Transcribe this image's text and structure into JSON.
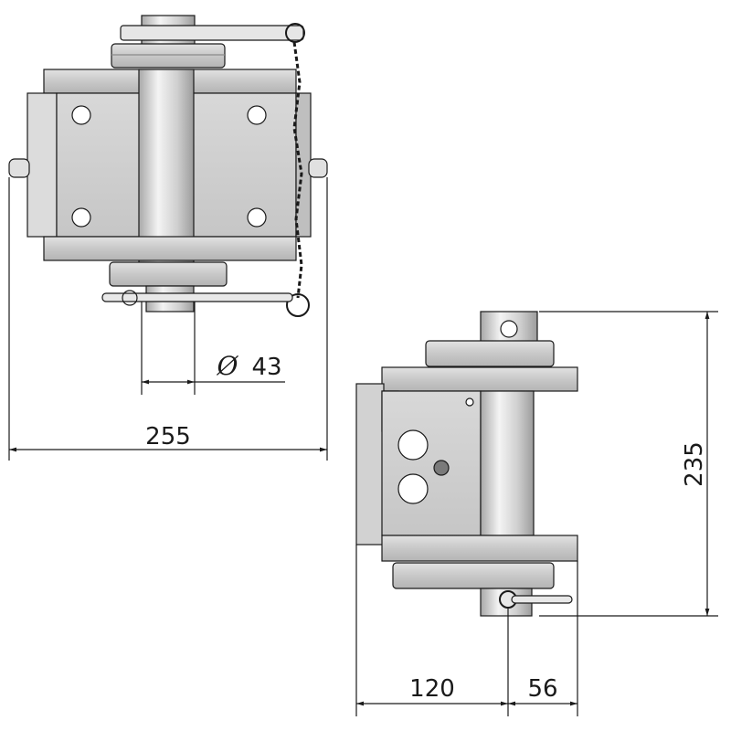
{
  "dimensions": {
    "front_width": "255",
    "pin_diameter_symbol": "Ø",
    "pin_diameter": "43",
    "side_height": "235",
    "side_width_left": "120",
    "side_width_right": "56"
  },
  "colors": {
    "line": "#1a1a1a",
    "body_gray": "#cfcfcf",
    "body_light": "#e3e3e3",
    "body_dark": "#9a9a9a",
    "cylinder_highlight": "#f5f5f5"
  }
}
